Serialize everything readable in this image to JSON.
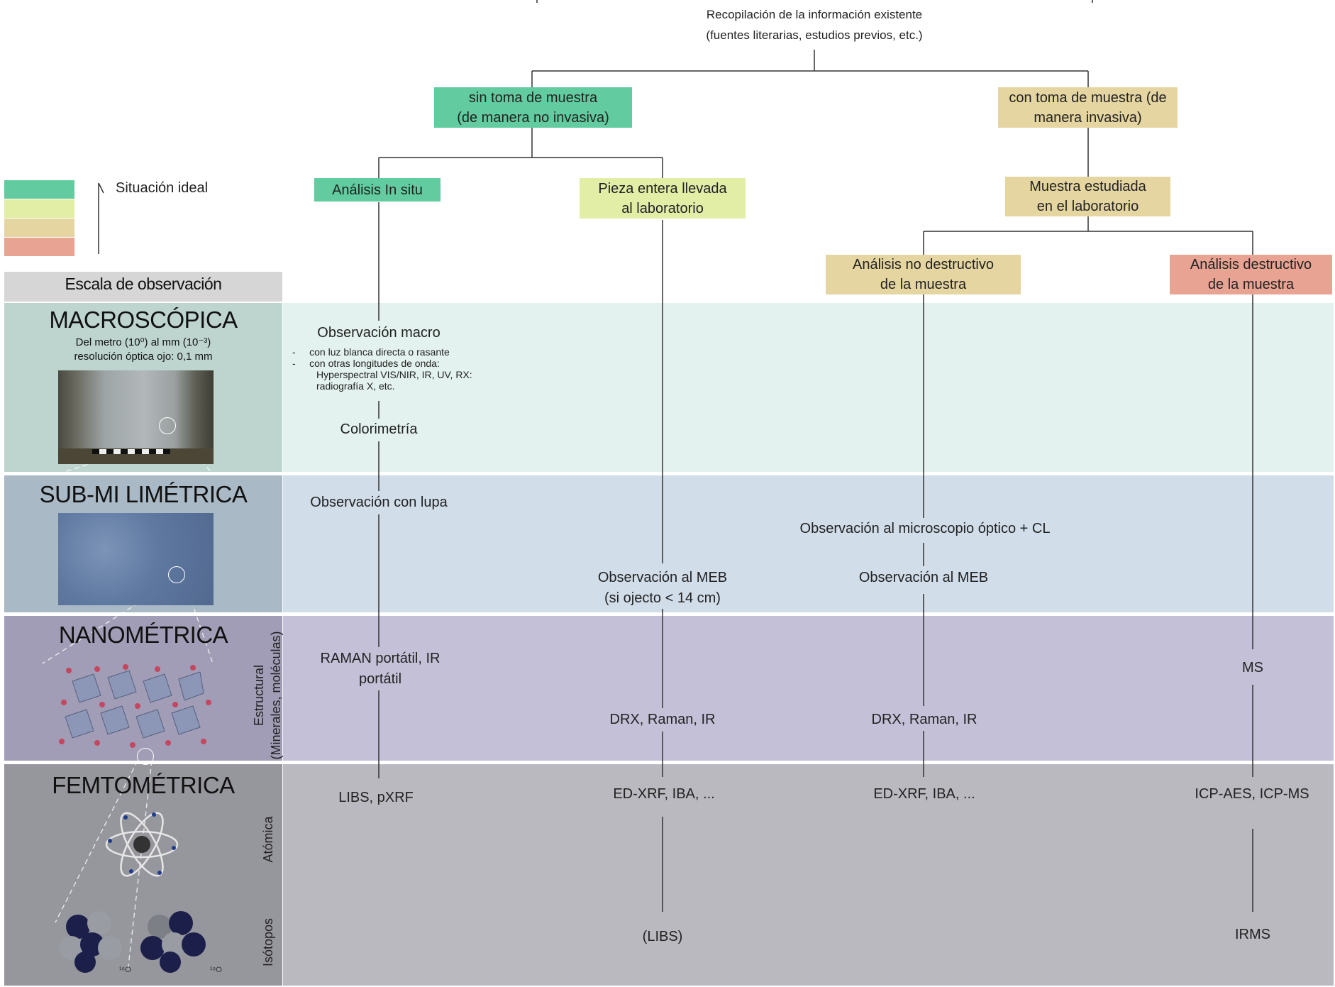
{
  "top": {
    "line1": "Recopilación de la información existente",
    "line2": "(fuentes literarias, estudios previos, etc.)"
  },
  "boxes": {
    "sin_toma": [
      "sin toma de muestra",
      "(de manera no invasiva)"
    ],
    "con_toma": [
      "con toma de muestra (de",
      "manera invasiva)"
    ],
    "in_situ": "Análisis In situ",
    "pieza": [
      "Pieza entera llevada",
      "al laboratorio"
    ],
    "muestra_lab": [
      "Muestra estudiada",
      "en el laboratorio"
    ],
    "no_destructivo": [
      "Análisis no destructivo",
      "de la muestra"
    ],
    "destructivo": [
      "Análisis destructivo",
      "de la muestra"
    ]
  },
  "legend": {
    "label": "Situación ideal",
    "colors": [
      "#62cca0",
      "#e2eda6",
      "#e5d5a0",
      "#e8a393"
    ]
  },
  "scale": {
    "header": "Escala de observación",
    "macro": {
      "title": "MACROSCÓPICA",
      "line1": "Del metro (10⁰) al mm (10⁻³)",
      "line2": "resolución óptica ojo: 0,1 mm"
    },
    "submi": {
      "title": "SUB-MI LIMÉTRICA"
    },
    "nano": {
      "title": "NANOMÉTRICA",
      "side": [
        "Estructural",
        "(Minerales, moléculas)"
      ]
    },
    "femto": {
      "title": "FEMTOMÉTRICA",
      "side_atomica": "Atómica",
      "side_isotopos": "Isótopos"
    },
    "isotope_labels": [
      "¹⁶O",
      "¹⁸O"
    ]
  },
  "col1": {
    "macro_title": "Observación macro",
    "macro_items": [
      "con luz blanca directa o rasante",
      "con otras longitudes de onda:",
      "Hyperspectral VIS/NIR, IR, UV, RX:",
      "radiografía X, etc."
    ],
    "colorimetria": "Colorimetría",
    "lupa": "Observación con lupa",
    "raman": [
      "RAMAN portátil, IR",
      "portátil"
    ],
    "libs": "LIBS, pXRF"
  },
  "col2": {
    "meb": [
      "Observación al MEB",
      "(si ojecto < 14 cm)"
    ],
    "drx": "DRX, Raman, IR",
    "edxrf": "ED-XRF, IBA, ...",
    "libs": "(LIBS)"
  },
  "col3": {
    "microscopio": "Observación al microscopio óptico + CL",
    "meb": "Observación al MEB",
    "drx": "DRX, Raman, IR",
    "edxrf": "ED-XRF, IBA, ..."
  },
  "col4": {
    "ms": "MS",
    "icp": "ICP-AES, ICP-MS",
    "irms": "IRMS"
  },
  "colors": {
    "green": "#62cca0",
    "yellow": "#e2eda6",
    "tan": "#e5d5a0",
    "salmon": "#e8a393",
    "band_macro": "#e3f2ee",
    "band_submi": "#d1dde9",
    "band_nano": "#c4c0d8",
    "band_femto": "#b9b9bf"
  }
}
